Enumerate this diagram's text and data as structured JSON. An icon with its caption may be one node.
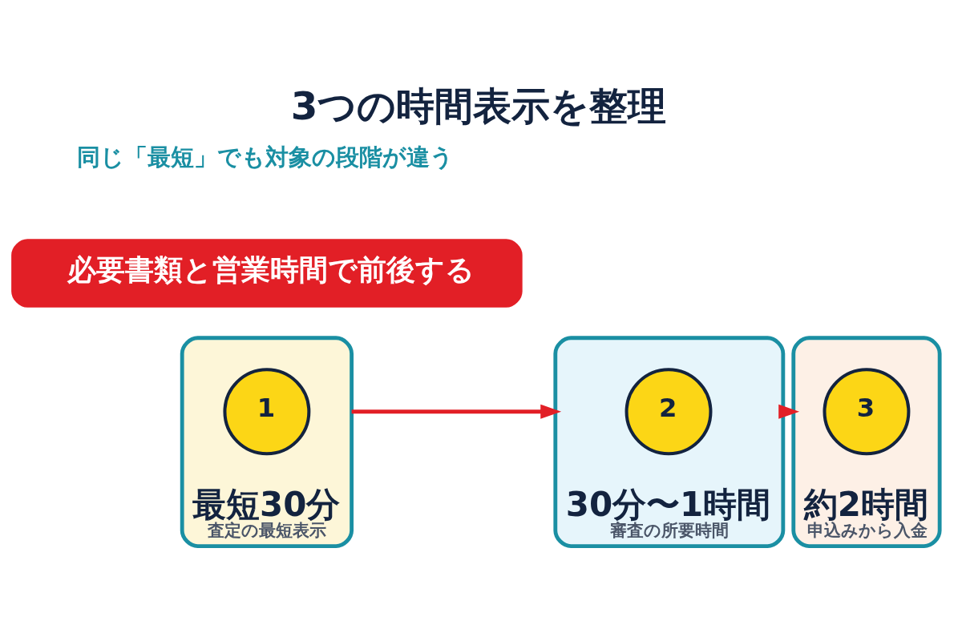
{
  "diagram": {
    "title": "3つの時間表示を整理",
    "nodes": [
      {
        "text": [
          "最短30分",
          "査定の最短表示"
        ]
      },
      {
        "text": [
          "1"
        ],
        "in": 0
      },
      {
        "text": [
          "30分〜1時間",
          "審査の所要時間"
        ]
      },
      {
        "text": [
          "2"
        ],
        "in": 2
      },
      {
        "text": [
          "約2時間",
          "申込みから入金"
        ]
      },
      {
        "text": [
          "3"
        ],
        "in": 4
      },
      {
        "text": [
          "必要書類と営業時間で前後する"
        ]
      }
    ],
    "edges": [
      {
        "from": 0,
        "to": 2,
        "arrow": "to"
      },
      {
        "from": 2,
        "to": 4,
        "arrow": "to"
      }
    ],
    "labels": [
      "同じ「最短」でも対象の段階が違う"
    ]
  }
}
